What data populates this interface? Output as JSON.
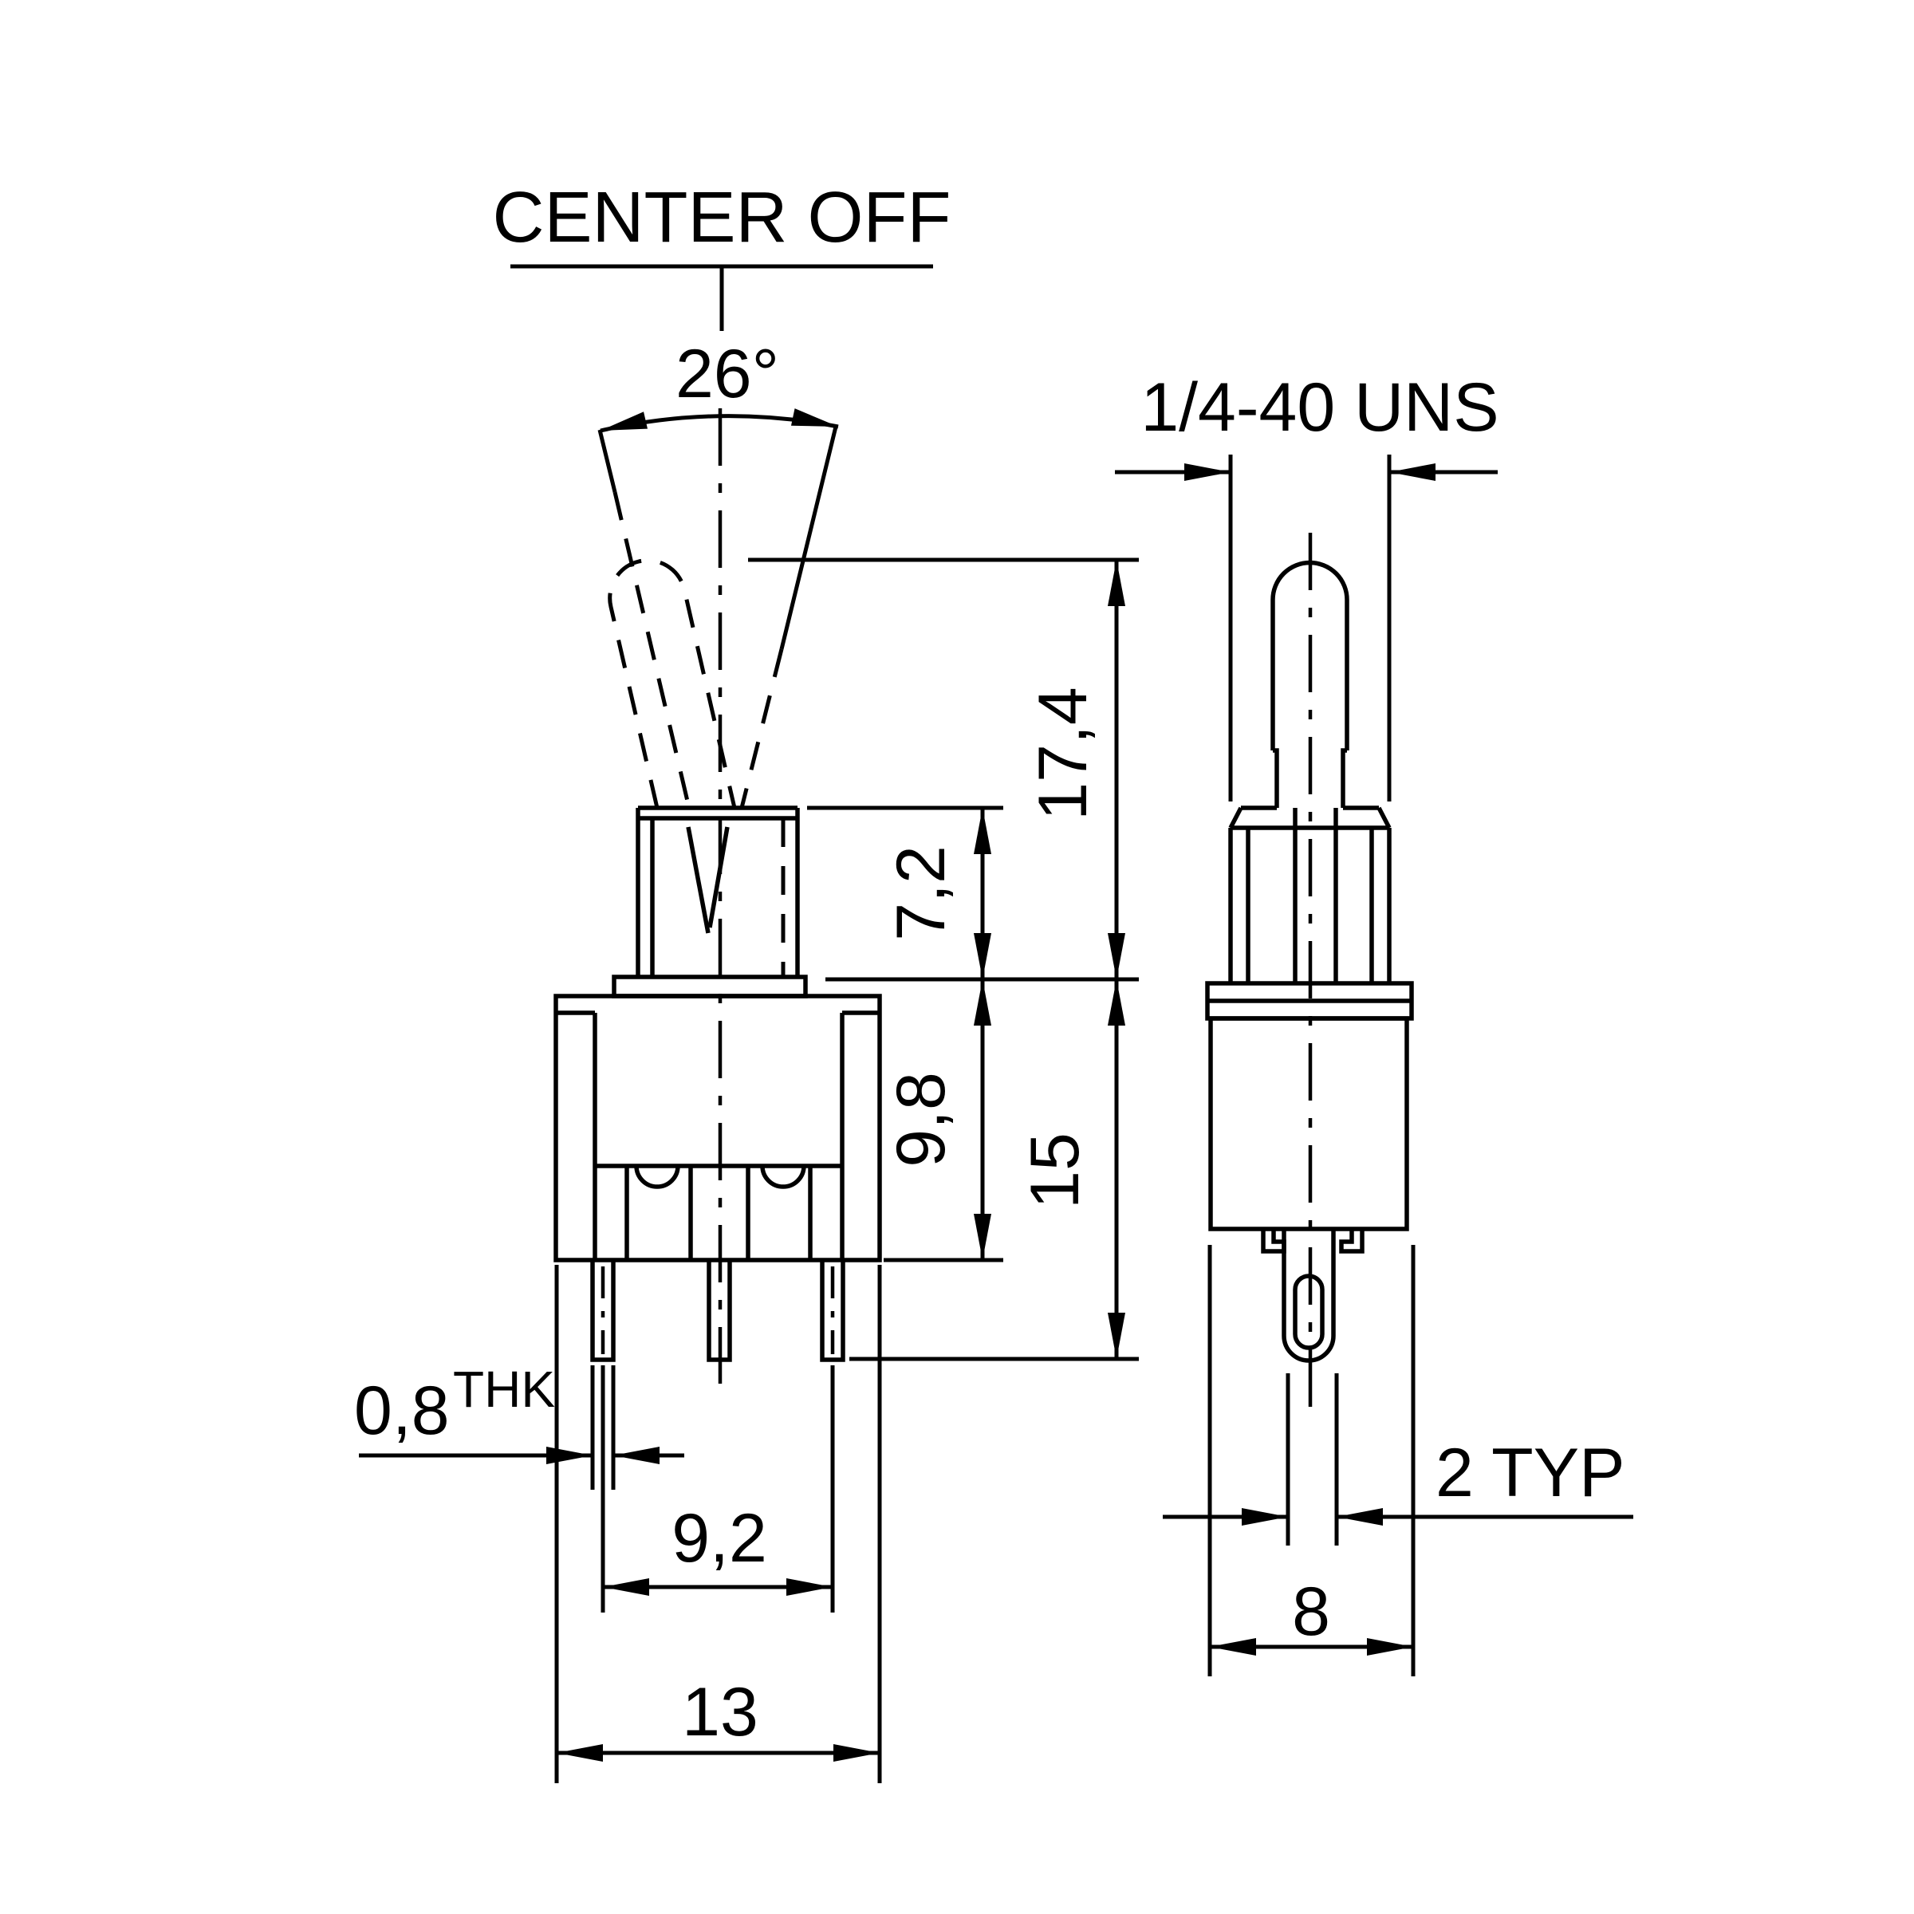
{
  "drawing": {
    "title": "CENTER OFF",
    "front_view": {
      "angle_label": "26°",
      "dim_lever_height": "17,4",
      "dim_bushing_height": "7,2",
      "dim_body_height": "9,8",
      "dim_pin_reach": "15",
      "dim_pin_thickness": "0,8",
      "dim_pin_thickness_suffix": "THK",
      "dim_pin_spacing": "9,2",
      "dim_body_width": "13"
    },
    "side_view": {
      "thread_label": "1/4-40 UNS",
      "dim_terminal_width": "2 TYP",
      "dim_body_depth": "8"
    },
    "colors": {
      "line": "#000000",
      "background": "#ffffff"
    }
  }
}
